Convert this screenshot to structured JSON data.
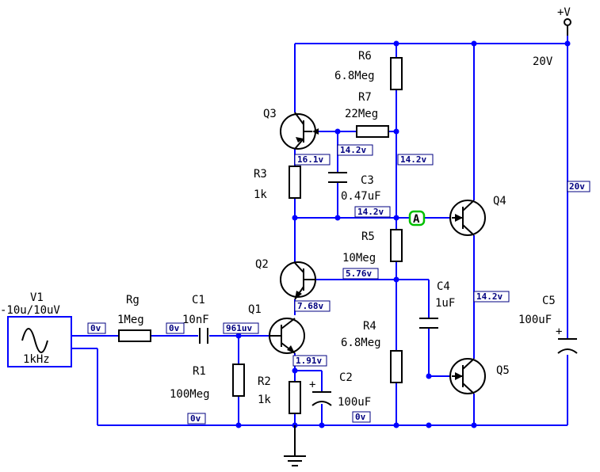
{
  "supply": {
    "label": "+V",
    "value": "20V"
  },
  "source": {
    "name": "V1",
    "value": "-10u/10uV",
    "freq": "1kHz"
  },
  "components": {
    "Rg": {
      "name": "Rg",
      "value": "1Meg"
    },
    "C1": {
      "name": "C1",
      "value": "10nF"
    },
    "R1": {
      "name": "R1",
      "value": "100Meg"
    },
    "R2": {
      "name": "R2",
      "value": "1k"
    },
    "C2": {
      "name": "C2",
      "value": "100uF"
    },
    "R3": {
      "name": "R3",
      "value": "1k"
    },
    "C3": {
      "name": "C3",
      "value": "0.47uF"
    },
    "R5": {
      "name": "R5",
      "value": "10Meg"
    },
    "R6": {
      "name": "R6",
      "value": "6.8Meg"
    },
    "R7": {
      "name": "R7",
      "value": "22Meg"
    },
    "R4": {
      "name": "R4",
      "value": "6.8Meg"
    },
    "C4": {
      "name": "C4",
      "value": "1uF"
    },
    "C5": {
      "name": "C5",
      "value": "100uF"
    },
    "Q1": {
      "name": "Q1"
    },
    "Q2": {
      "name": "Q2"
    },
    "Q3": {
      "name": "Q3"
    },
    "Q4": {
      "name": "Q4"
    },
    "Q5": {
      "name": "Q5"
    }
  },
  "probe": {
    "label": "A"
  },
  "voltages": {
    "v_src": "0v",
    "v_rg": "0v",
    "v_q1b": "961uv",
    "v_q1e": "1.91v",
    "v_q1c": "7.68v",
    "v_gnd": "0v",
    "v_gnd2": "0v",
    "v_q2b": "5.76v",
    "v_q3e": "16.1v",
    "v_q3b": "14.2v",
    "v_r6": "14.2v",
    "v_a": "14.2v",
    "v_out": "14.2v",
    "v_c5": "20v"
  },
  "colors": {
    "wire": "#0000ff",
    "text": "#000000",
    "voltage": "#000080",
    "probe": "#00c000"
  }
}
